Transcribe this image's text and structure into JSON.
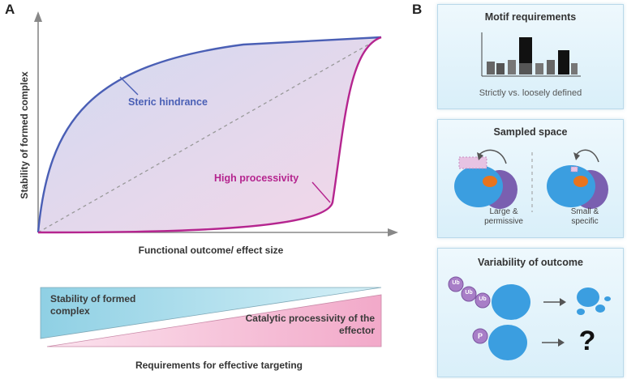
{
  "panel_a": {
    "letter": "A",
    "y_axis_label": "Stability of formed complex",
    "x_axis_label": "Functional outcome/ effect size",
    "steric_label": "Steric hindrance",
    "processivity_label": "High processivity",
    "wedge_top_label": "Stability of formed complex",
    "wedge_bottom_label": "Catalytic processivity of the effector",
    "requirements_label": "Requirements for effective targeting",
    "colors": {
      "steric": "#4a5fb5",
      "processivity": "#b5258f",
      "wedge_top": "#a8dcea",
      "wedge_bottom": "#f4b8d2"
    }
  },
  "panel_b": {
    "letter": "B",
    "motif_box": {
      "title": "Motif requirements",
      "caption": "Strictly vs. loosely defined"
    },
    "sampled_box": {
      "title": "Sampled space",
      "left_caption": "Large & permissive",
      "right_caption": "Small & specific"
    },
    "variability_box": {
      "title": "Variability of outcome",
      "ub_label": "Ub",
      "p_label": "P",
      "question_mark": "?"
    }
  }
}
